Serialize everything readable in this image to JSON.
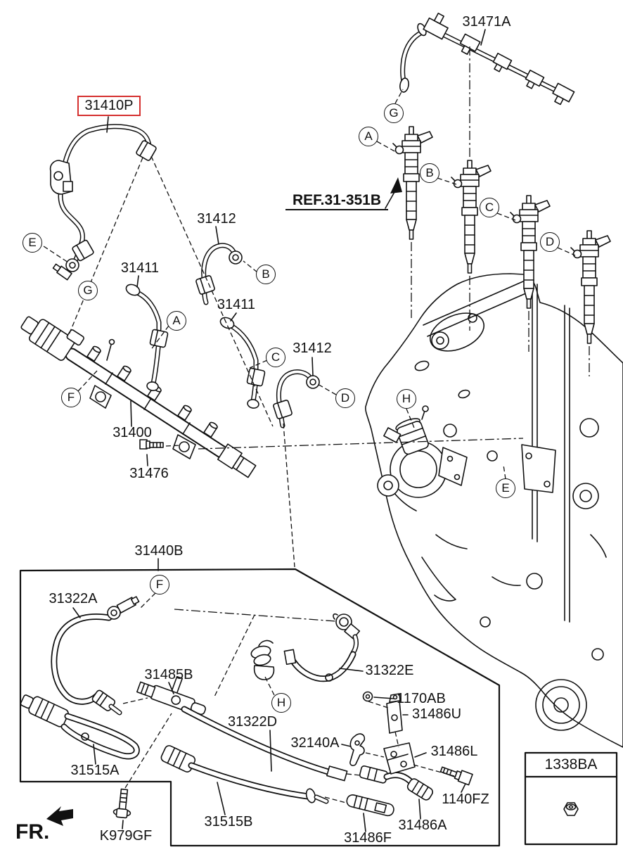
{
  "colors": {
    "highlight": "#d5302f",
    "ink": "#111111",
    "paper": "#ffffff"
  },
  "parts": {
    "p31410p": "31410P",
    "p31471a": "31471A",
    "ref_31_351b": "REF.31-351B",
    "p31412_a": "31412",
    "p31411_a": "31411",
    "p31411_b": "31411",
    "p31412_b": "31412",
    "p31400": "31400",
    "p31476": "31476",
    "p31440b": "31440B",
    "p31322a": "31322A",
    "p31485b": "31485B",
    "p31322e": "31322E",
    "p1170ab": "1170AB",
    "p31486u": "31486U",
    "p31322d": "31322D",
    "p32140a": "32140A",
    "p31486l": "31486L",
    "p31515a": "31515A",
    "p31515b": "31515B",
    "p31486a": "31486A",
    "p31486f": "31486F",
    "p1140fz": "1140FZ",
    "pk979gf": "K979GF",
    "p1338ba": "1338BA",
    "fr": "FR."
  },
  "callouts": {
    "e1": "E",
    "g1": "G",
    "a1": "A",
    "b1": "B",
    "c1": "C",
    "d1": "D",
    "f1": "F",
    "g2": "G",
    "a2": "A",
    "b2": "B",
    "c2": "C",
    "d2": "D",
    "h1": "H",
    "e2": "E",
    "f2": "F",
    "h2": "H"
  }
}
